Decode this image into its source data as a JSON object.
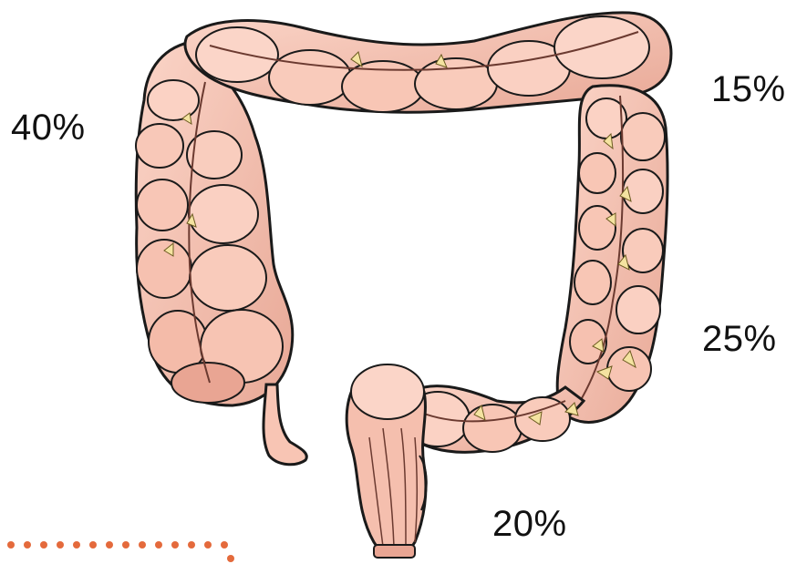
{
  "labels": {
    "ascending": "40%",
    "transverse": "15%",
    "descending": "25%",
    "sigmoid": "20%"
  },
  "colors": {
    "tissue": "#f7c3b2",
    "tissue_shadow": "#d99382",
    "tissue_highlight": "#fde3da",
    "outline": "#1a1a1a",
    "fat_tags": "#f4e3a0",
    "dots": "#e46a3c"
  }
}
